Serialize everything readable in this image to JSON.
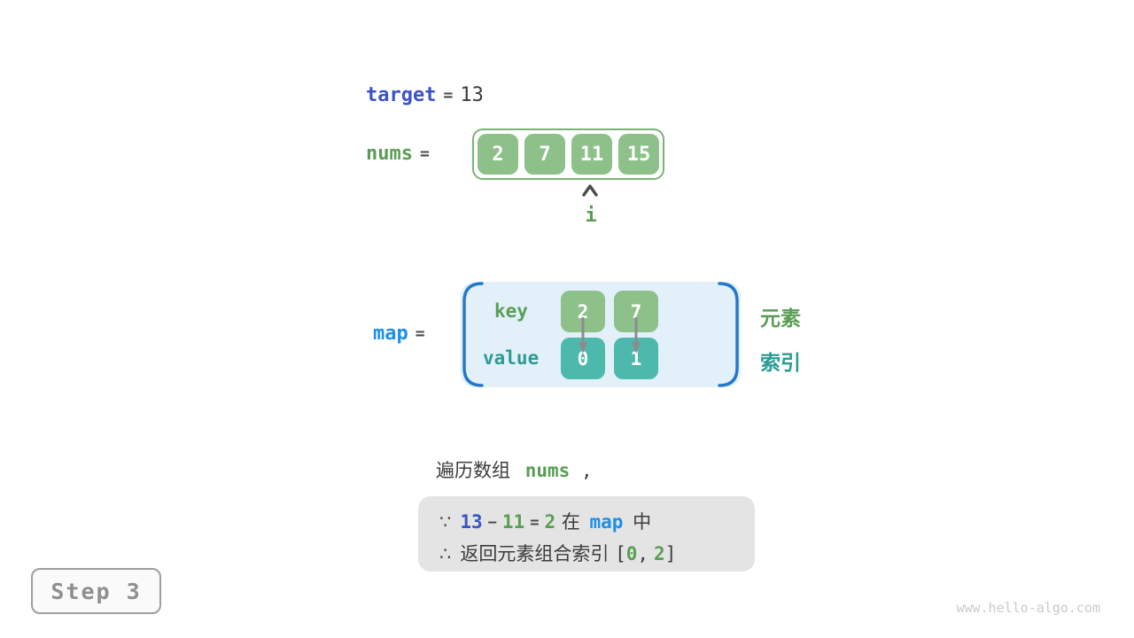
{
  "colors": {
    "indigo_keyword": "#3b54c5",
    "green_keyword": "#5a9e54",
    "bright_blue_keyword": "#1d8fe9",
    "teal_keyword": "#2c9b92",
    "array_cell_green": "#8ec08a",
    "array_border_green": "#7cb377",
    "value_cell_teal": "#4db9ac",
    "map_fill": "#e2f0fa",
    "map_bracket_blue": "#2478c8",
    "conclusion_box_gray": "#e4e4e4",
    "dark_text": "#3c3c3c"
  },
  "target_line": {
    "label": "target",
    "equals": "=",
    "value": "13"
  },
  "nums_line": {
    "label": "nums",
    "equals": "="
  },
  "nums_array": {
    "values": [
      "2",
      "7",
      "11",
      "15"
    ],
    "pointer_label": "i",
    "pointer_index": 2
  },
  "map_line": {
    "label": "map",
    "equals": "="
  },
  "map_table": {
    "key_label": "key",
    "value_label": "value",
    "keys": [
      "2",
      "7"
    ],
    "values": [
      "0",
      "1"
    ]
  },
  "annotations": {
    "element": "元素",
    "index": "索引"
  },
  "caption": {
    "text": "遍历数组",
    "code": "nums",
    "comma": ","
  },
  "conclusion": {
    "because": "∵",
    "minuend": "13",
    "minus": "−",
    "subtrahend": "11",
    "equals": "=",
    "difference": "2",
    "in_word": "在",
    "map_ref": "map",
    "in_suffix": "中",
    "therefore": "∴",
    "result_text": "返回元素组合索引",
    "bracket_open": "[",
    "index_a": "0",
    "comma": ",",
    "index_b": "2",
    "bracket_close": "]"
  },
  "step_badge": {
    "label": "Step 3"
  },
  "watermark": {
    "text": "www.hello-algo.com"
  }
}
